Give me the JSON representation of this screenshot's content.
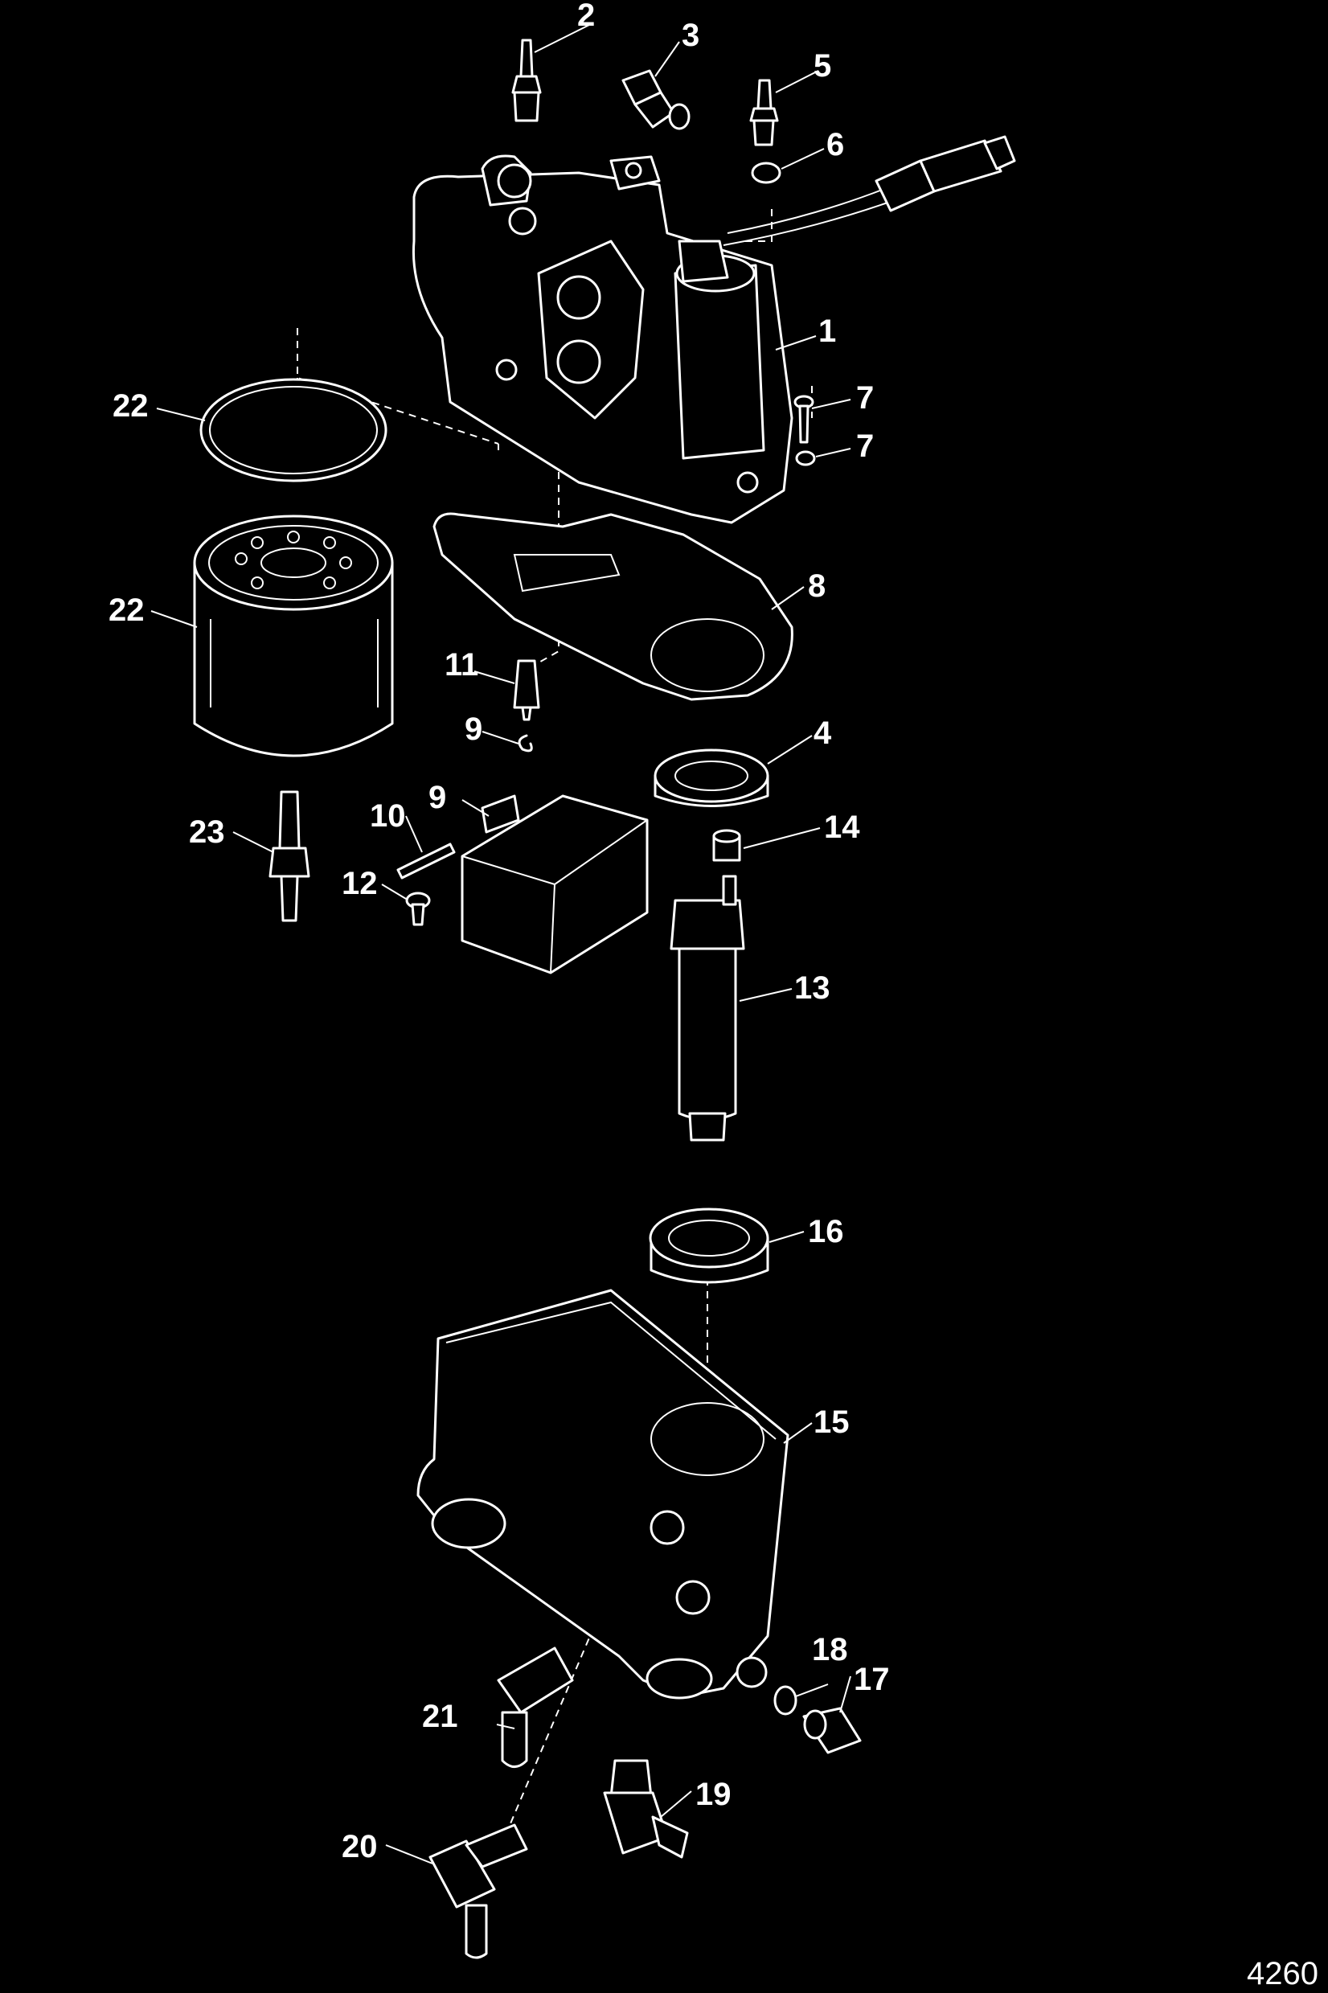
{
  "callouts": {
    "c1": "1",
    "c2": "2",
    "c3": "3",
    "c4": "4",
    "c5": "5",
    "c6": "6",
    "c7a": "7",
    "c7b": "7",
    "c8": "8",
    "c9a": "9",
    "c9b": "9",
    "c10": "10",
    "c11": "11",
    "c12": "12",
    "c13": "13",
    "c14": "14",
    "c15": "15",
    "c16": "16",
    "c17": "17",
    "c18": "18",
    "c19": "19",
    "c20": "20",
    "c21": "21",
    "c22a": "22",
    "c22b": "22",
    "c23": "23"
  },
  "figure_number": "4260",
  "colors": {
    "background": "#000000",
    "line": "#ffffff"
  }
}
